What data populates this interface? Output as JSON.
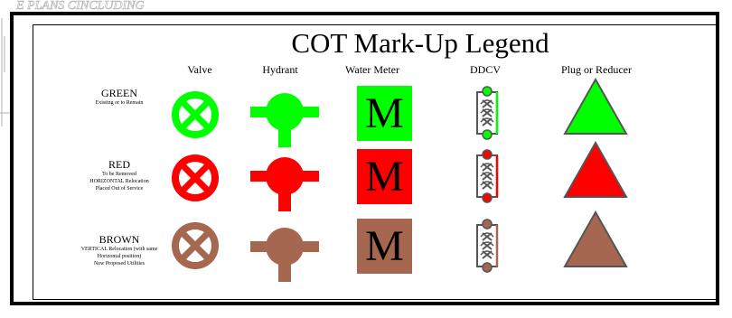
{
  "title": "COT Mark-Up Legend",
  "background_fragment": "E PLANS CINCLUDING",
  "columns": {
    "valve": "Valve",
    "hydrant": "Hydrant",
    "meter": "Water Meter",
    "ddcv": "DDCV",
    "plug": "Plug or Reducer"
  },
  "meter_letter": "M",
  "rows": [
    {
      "name": "GREEN",
      "notes": [
        "Existing or to Remain"
      ],
      "color": "#00ff00"
    },
    {
      "name": "RED",
      "notes": [
        "To be Removed",
        "HORIZONTAL Relocation",
        "Placed Out of Service"
      ],
      "color": "#ff0000"
    },
    {
      "name": "BROWN",
      "notes": [
        "VERTICAL Relocation (with same",
        "Horizontal position)",
        "New Proposed Utilities"
      ],
      "color": "#a5674f"
    }
  ],
  "colors": {
    "frame": "#000000",
    "outline": "#555555",
    "sketch": "#b0b0b0"
  }
}
